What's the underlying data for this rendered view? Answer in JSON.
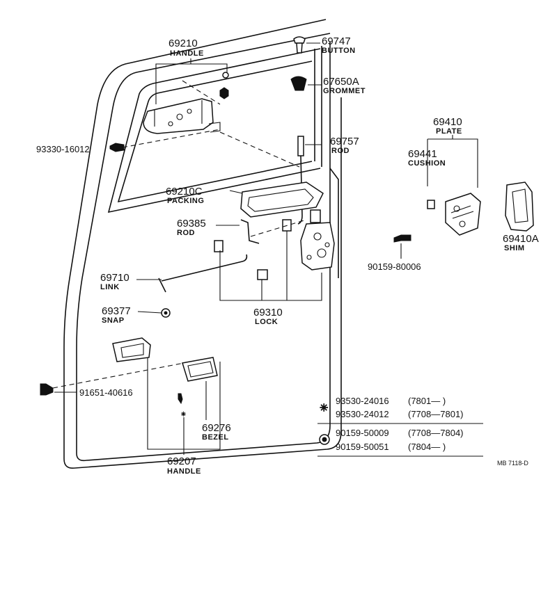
{
  "parts": {
    "p69210": {
      "num": "69210",
      "name": "HANDLE"
    },
    "p69747": {
      "num": "69747",
      "name": "BUTTON"
    },
    "p67650a": {
      "num": "67650A",
      "name": "GROMMET"
    },
    "p93330": {
      "num": "93330-16012"
    },
    "p69757": {
      "num": "69757",
      "name": "ROD"
    },
    "p69410": {
      "num": "69410",
      "name": "PLATE"
    },
    "p69441": {
      "num": "69441",
      "name": "CUSHION"
    },
    "p69210c": {
      "num": "69210C",
      "name": "PACKING"
    },
    "p69385": {
      "num": "69385",
      "name": "ROD"
    },
    "p69410a": {
      "num": "69410A",
      "name": "SHIM"
    },
    "p90159_80006": {
      "num": "90159-80006"
    },
    "p69710": {
      "num": "69710",
      "name": "LINK"
    },
    "p69377": {
      "num": "69377",
      "name": "SNAP"
    },
    "p69310": {
      "num": "69310",
      "name": "LOCK"
    },
    "p91651": {
      "num": "91651-40616"
    },
    "p69276": {
      "num": "69276",
      "name": "BEZEL"
    },
    "p69207": {
      "num": "69207",
      "name": "HANDLE"
    }
  },
  "legend": {
    "star_symbol": "⁕",
    "rows_star": [
      {
        "part": "93530-24016",
        "range": "(7801—      )"
      },
      {
        "part": "93530-24012",
        "range": "(7708—7801)"
      }
    ],
    "rows_circle": [
      {
        "part": "90159-50009",
        "range": "(7708—7804)"
      },
      {
        "part": "90159-50051",
        "range": "(7804—      )"
      }
    ]
  },
  "bezel_star": "⁕",
  "figure_code": "MB 7118-D"
}
